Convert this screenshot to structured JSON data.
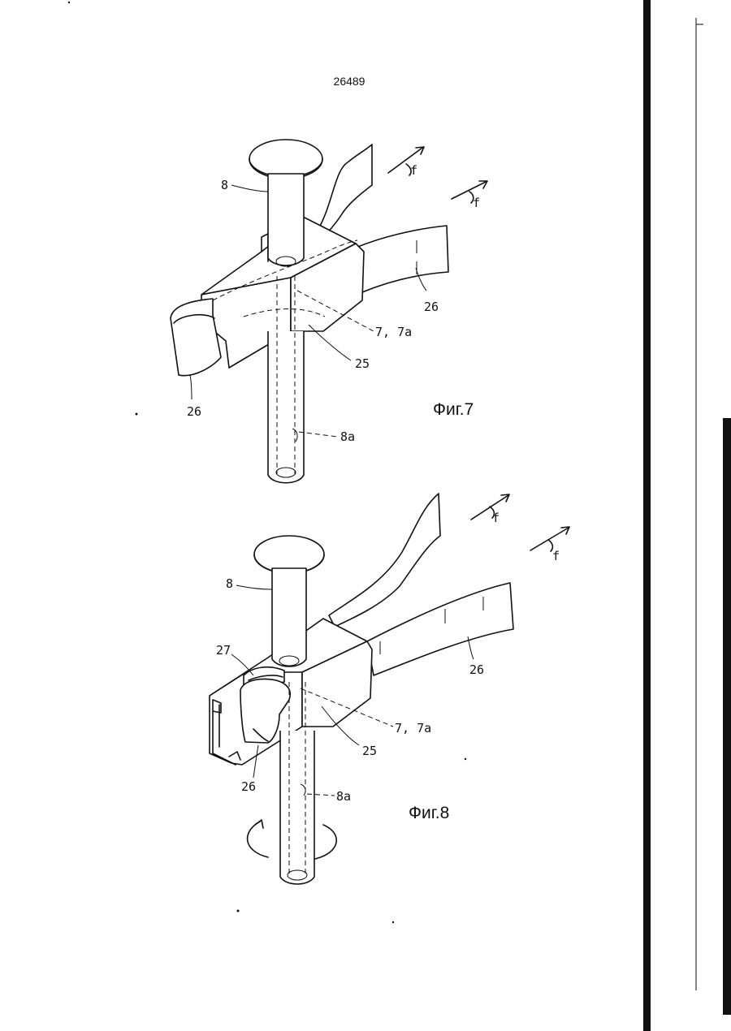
{
  "document": {
    "number": "26489"
  },
  "figures": [
    {
      "caption": "Фиг.7",
      "labels": {
        "pin": "8",
        "pin_bore": "8a",
        "housing": "25",
        "strap_left": "26",
        "strap_right": "26",
        "stop": "7, 7a",
        "arrow_upper": "f",
        "arrow_lower": "f"
      }
    },
    {
      "caption": "Фиг.8",
      "labels": {
        "pin": "8",
        "pin_bore": "8a",
        "housing": "25",
        "strap_left": "26",
        "strap_right": "26",
        "stop": "7, 7a",
        "insert": "27",
        "arrow_upper": "f",
        "arrow_lower": "f"
      }
    }
  ]
}
